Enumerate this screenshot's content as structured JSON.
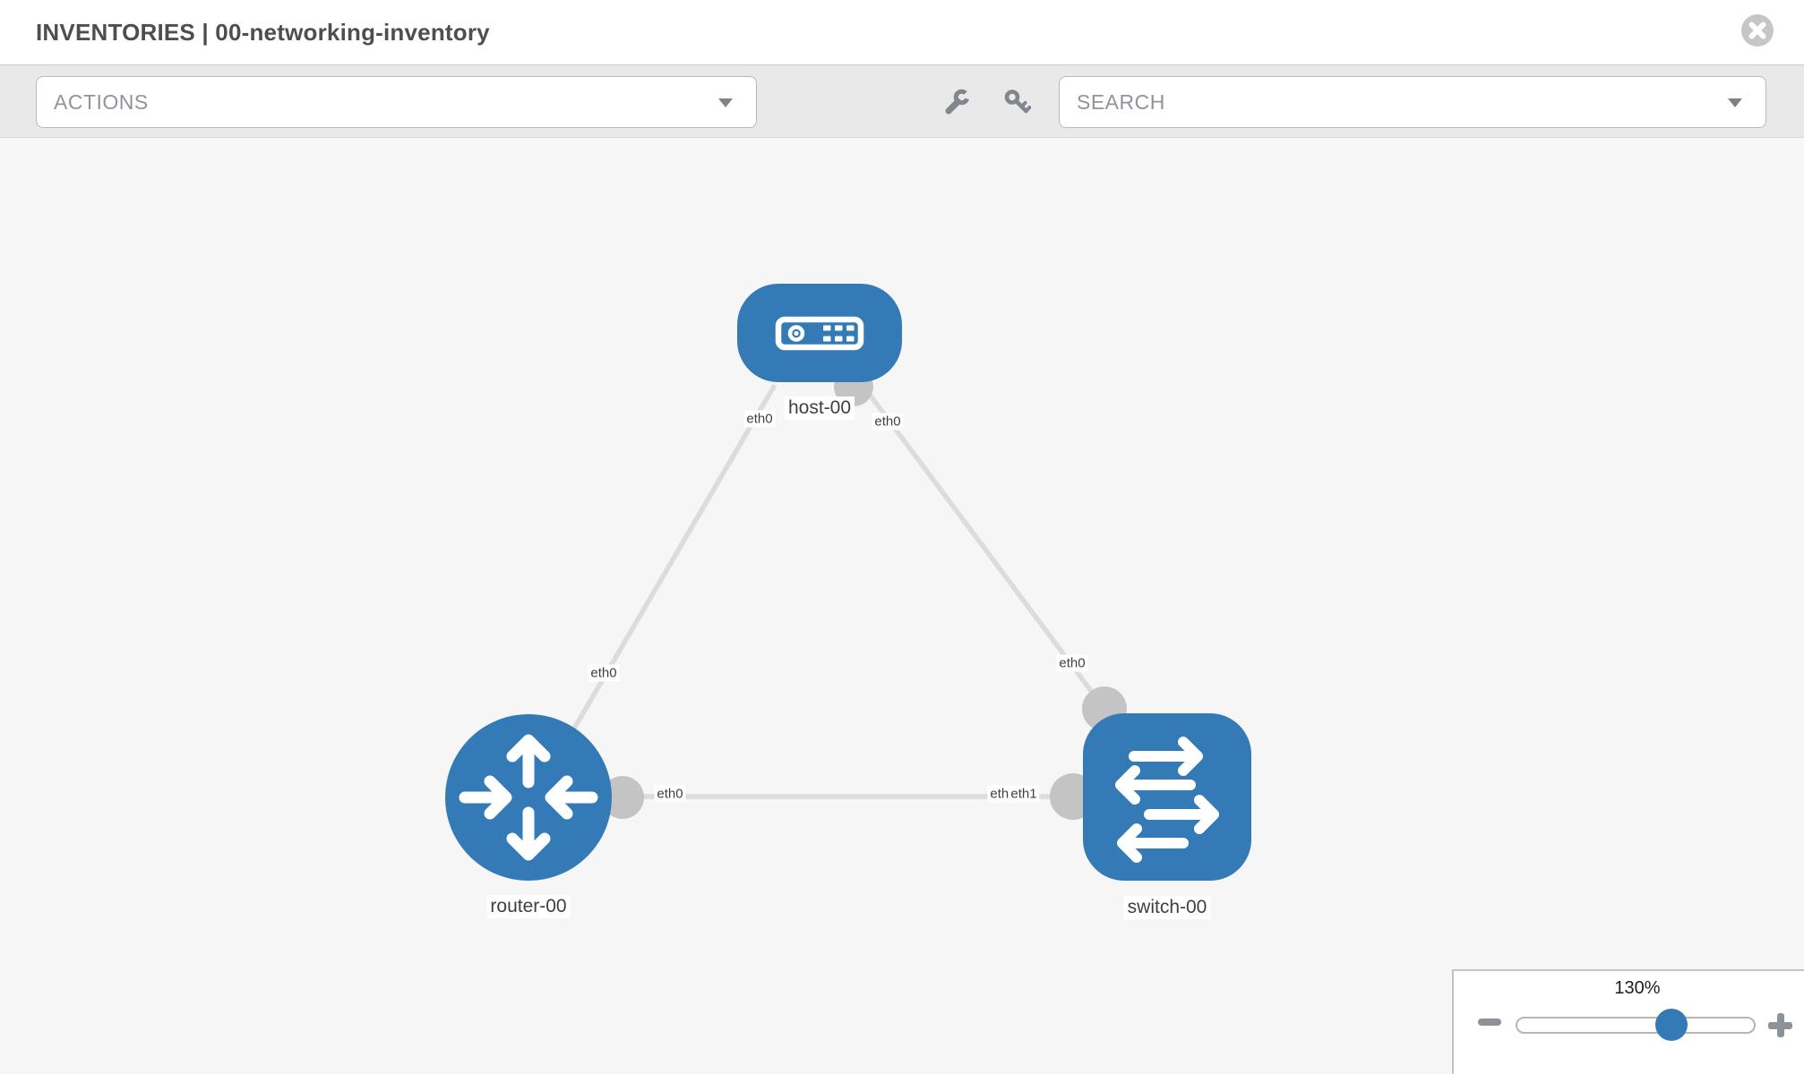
{
  "window": {
    "title": "INVENTORIES | 00-networking-inventory"
  },
  "header": {
    "close_icon": "x-circle"
  },
  "toolbar": {
    "actions_label": "ACTIONS",
    "search_label": "SEARCH",
    "tool_icons": [
      "wrench",
      "key"
    ]
  },
  "topology": {
    "nodes": [
      {
        "id": "host-00",
        "type": "host",
        "label": "host-00"
      },
      {
        "id": "router-00",
        "type": "router",
        "label": "router-00"
      },
      {
        "id": "switch-00",
        "type": "switch",
        "label": "switch-00"
      }
    ],
    "links": [
      {
        "from": "host-00",
        "from_iface": "eth0",
        "to": "router-00",
        "to_iface": "eth0"
      },
      {
        "from": "host-00",
        "from_iface": "eth0",
        "to": "switch-00",
        "to_iface": "eth0"
      },
      {
        "from": "router-00",
        "from_iface": "eth0",
        "to": "switch-00",
        "to_iface": "eth1"
      }
    ],
    "interface_labels": [
      {
        "text": "eth0",
        "link": "host-00 ↔ router-00",
        "end": "host-00"
      },
      {
        "text": "eth0",
        "link": "host-00 ↔ switch-00",
        "end": "host-00"
      },
      {
        "text": "eth0",
        "link": "host-00 ↔ router-00",
        "end": "router-00"
      },
      {
        "text": "eth0",
        "link": "host-00 ↔ switch-00",
        "end": "switch-00"
      },
      {
        "text": "eth0",
        "link": "router-00 ↔ switch-00",
        "end": "router-00"
      },
      {
        "text": "eth0",
        "link": "router-00 ↔ switch-00",
        "end": "switch-00 (partially hidden under eth1)"
      },
      {
        "text": "eth1",
        "link": "router-00 ↔ switch-00",
        "end": "switch-00"
      }
    ]
  },
  "zoom_control": {
    "value": "130%",
    "minus_icon": "minus",
    "plus_icon": "plus"
  },
  "colors": {
    "node_blue": "#337ab7",
    "link_gray": "#dcdcdc",
    "port_gray": "#c4c4c4",
    "canvas_bg": "#f6f6f6",
    "toolbar_bg": "#e9e9e9",
    "title_text": "#4e4e4e"
  }
}
